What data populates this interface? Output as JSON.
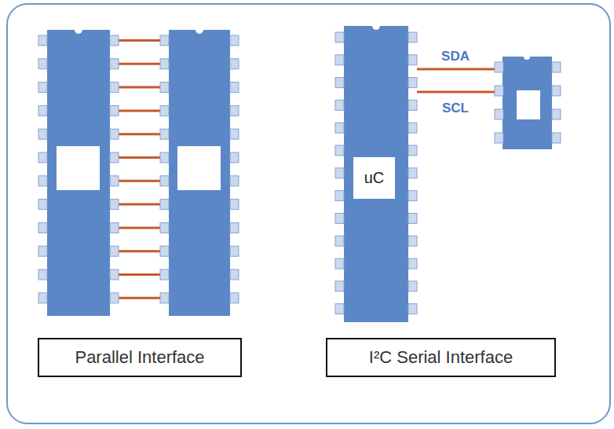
{
  "diagram": {
    "nodes": [
      {
        "text": [
          "uC"
        ]
      },
      {
        "text": [
          "Parallel Interface"
        ]
      },
      {
        "text": [
          "I²C Serial Interface"
        ]
      }
    ],
    "labels": [
      "SDA",
      "SCL"
    ]
  }
}
